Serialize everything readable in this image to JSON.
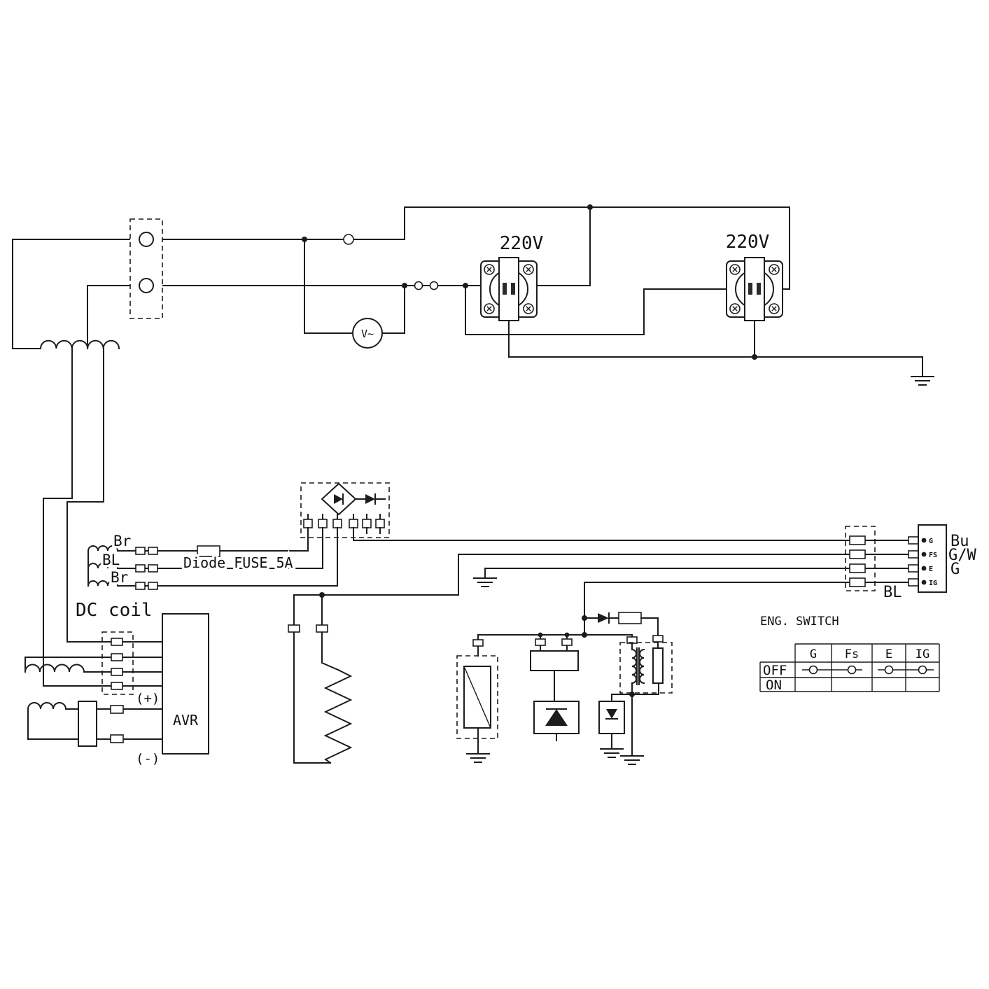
{
  "page": {
    "background": "#ffffff",
    "line_color": "#1c1c1c"
  },
  "labels": {
    "outlet1": "220V",
    "outlet2": "220V",
    "voltmeter": "V~",
    "winding_top": "Br",
    "winding_mid": "BL",
    "winding_bot": "Br",
    "fuse": "Diode FUSE 5A",
    "dc_coil": "DC coil",
    "avr": "AVR",
    "avr_plus": "(+)",
    "avr_minus": "(-)",
    "bl_wire": "BL"
  },
  "connector": {
    "pin_labels": [
      "G",
      "FS",
      "E",
      "IG"
    ],
    "wire_labels": [
      "Bu",
      "G/W",
      "G"
    ]
  },
  "eng_switch": {
    "title": "ENG. SWITCH",
    "columns": [
      "G",
      "Fs",
      "E",
      "IG"
    ],
    "rows": [
      "OFF",
      "ON"
    ],
    "off_connections": [
      [
        "G",
        "Fs"
      ],
      [
        "E",
        "IG"
      ]
    ]
  }
}
